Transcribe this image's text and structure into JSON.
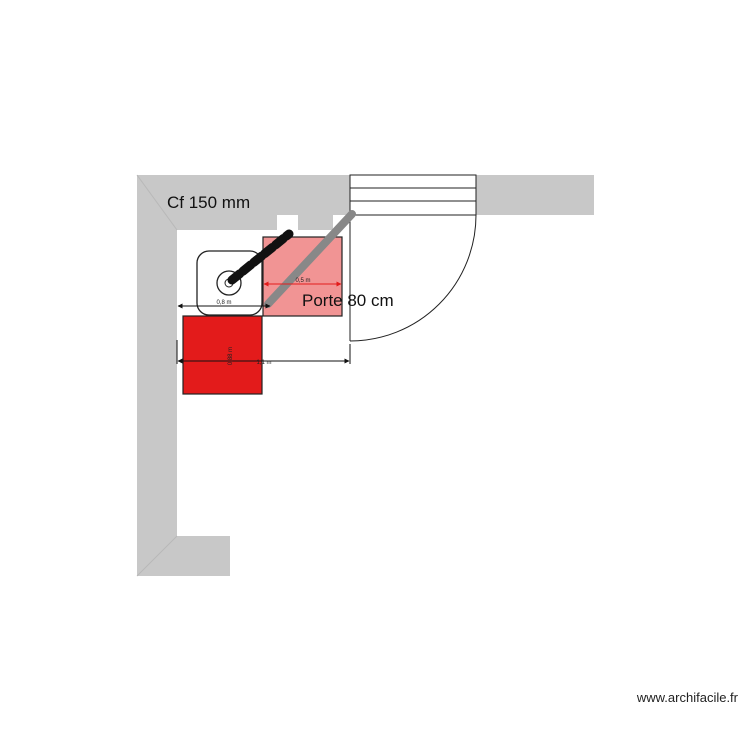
{
  "plan": {
    "wall_label": "Cf 150 mm",
    "door_label": "Porte 80 cm",
    "dimensions": {
      "toilet_width": "0,8 m",
      "shower_width": "0,5 m",
      "wall_span": "1,1 m",
      "block_height": "0,88 m"
    }
  },
  "colors": {
    "wall": "#c8c8c8",
    "red_block": "#e31b1b",
    "pink_block": "#f19494",
    "pipe": "#888888",
    "dimension_red": "#e31b1b"
  },
  "watermark": "www.archifacile.fr"
}
